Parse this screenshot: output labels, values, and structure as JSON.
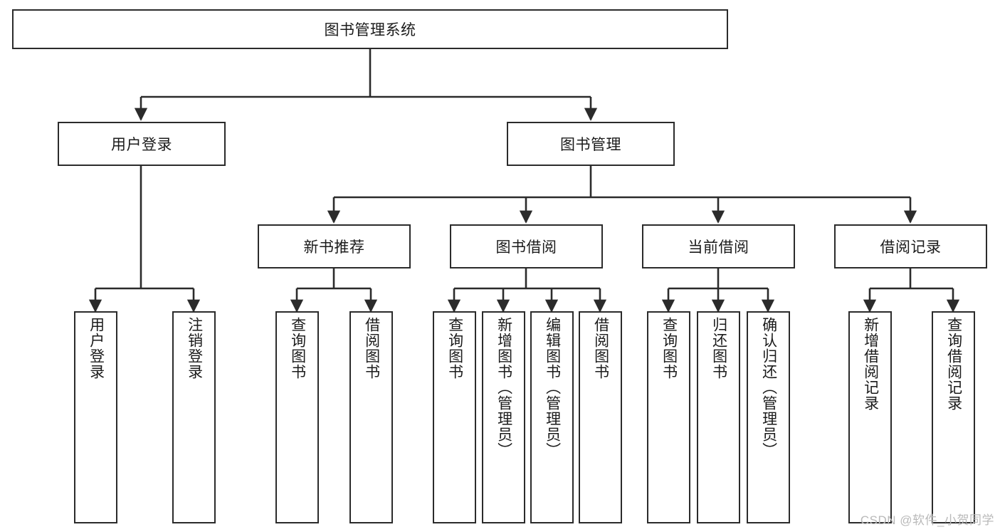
{
  "diagram": {
    "title": "图书管理系统",
    "type": "hierarchy-tree",
    "watermark": "CSDN @软件_小贺同学",
    "colors": {
      "box_border": "#2b2b2b",
      "box_fill": "#ffffff",
      "connector": "#2b2b2b",
      "text": "#1b1b1b",
      "watermark": "#b9b9b9"
    },
    "nodes": {
      "root": {
        "label": "图书管理系统"
      },
      "level1": [
        {
          "label": "用户登录"
        },
        {
          "label": "图书管理"
        }
      ],
      "level2": [
        {
          "label": "新书推荐"
        },
        {
          "label": "图书借阅"
        },
        {
          "label": "当前借阅"
        },
        {
          "label": "借阅记录"
        }
      ],
      "leaves": {
        "user_login": [
          {
            "label": "用户登录"
          },
          {
            "label": "注销登录"
          }
        ],
        "new_book_recommend": [
          {
            "label": "查询图书"
          },
          {
            "label": "借阅图书"
          }
        ],
        "book_borrow": [
          {
            "label": "查询图书"
          },
          {
            "label": "新增图书（管理员）"
          },
          {
            "label": "编辑图书（管理员）"
          },
          {
            "label": "借阅图书"
          }
        ],
        "current_borrow": [
          {
            "label": "查询图书"
          },
          {
            "label": "归还图书"
          },
          {
            "label": "确认归还（管理员）"
          }
        ],
        "borrow_record": [
          {
            "label": "新增借阅记录"
          },
          {
            "label": "查询借阅记录"
          }
        ]
      }
    }
  }
}
